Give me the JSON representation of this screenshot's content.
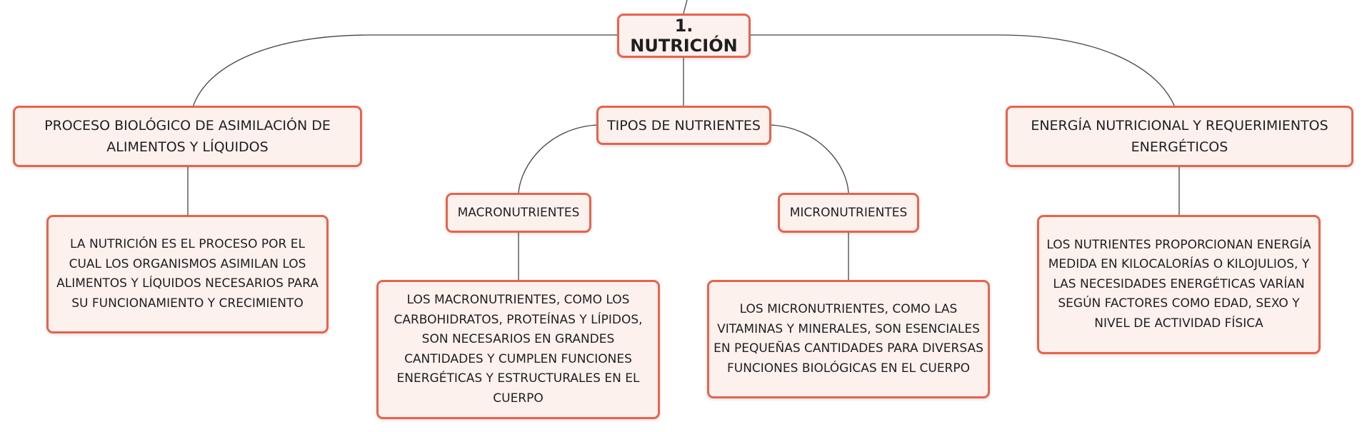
{
  "diagram": {
    "root": {
      "label": "1. NUTRICIÓN"
    },
    "branches": [
      {
        "label": "PROCESO BIOLÓGICO DE ASIMILACIÓN DE ALIMENTOS Y LÍQUIDOS",
        "detail": "LA NUTRICIÓN ES EL PROCESO POR EL CUAL LOS ORGANISMOS ASIMILAN LOS ALIMENTOS Y LÍQUIDOS NECESARIOS PARA SU FUNCIONAMIENTO Y CRECIMIENTO"
      },
      {
        "label": "TIPOS DE NUTRIENTES",
        "children": [
          {
            "label": "MACRONUTRIENTES",
            "detail": "LOS MACRONUTRIENTES, COMO LOS CARBOHIDRATOS, PROTEÍNAS Y LÍPIDOS, SON NECESARIOS EN GRANDES CANTIDADES Y CUMPLEN FUNCIONES ENERGÉTICAS Y ESTRUCTURALES EN EL CUERPO"
          },
          {
            "label": "MICRONUTRIENTES",
            "detail": "LOS MICRONUTRIENTES, COMO LAS VITAMINAS Y MINERALES, SON ESENCIALES EN PEQUEÑAS CANTIDADES PARA DIVERSAS FUNCIONES BIOLÓGICAS EN EL CUERPO"
          }
        ]
      },
      {
        "label": "ENERGÍA NUTRICIONAL Y REQUERIMIENTOS ENERGÉTICOS",
        "detail": "LOS NUTRIENTES PROPORCIONAN ENERGÍA MEDIDA EN KILOCALORÍAS O KILOJULIOS, Y LAS NECESIDADES ENERGÉTICAS VARÍAN SEGÚN FACTORES COMO EDAD, SEXO Y NIVEL DE ACTIVIDAD FÍSICA"
      }
    ]
  },
  "colors": {
    "node_border": "#e8634b",
    "node_fill": "#fdf1ee",
    "connector": "#444444",
    "text": "#1f1f1f"
  }
}
